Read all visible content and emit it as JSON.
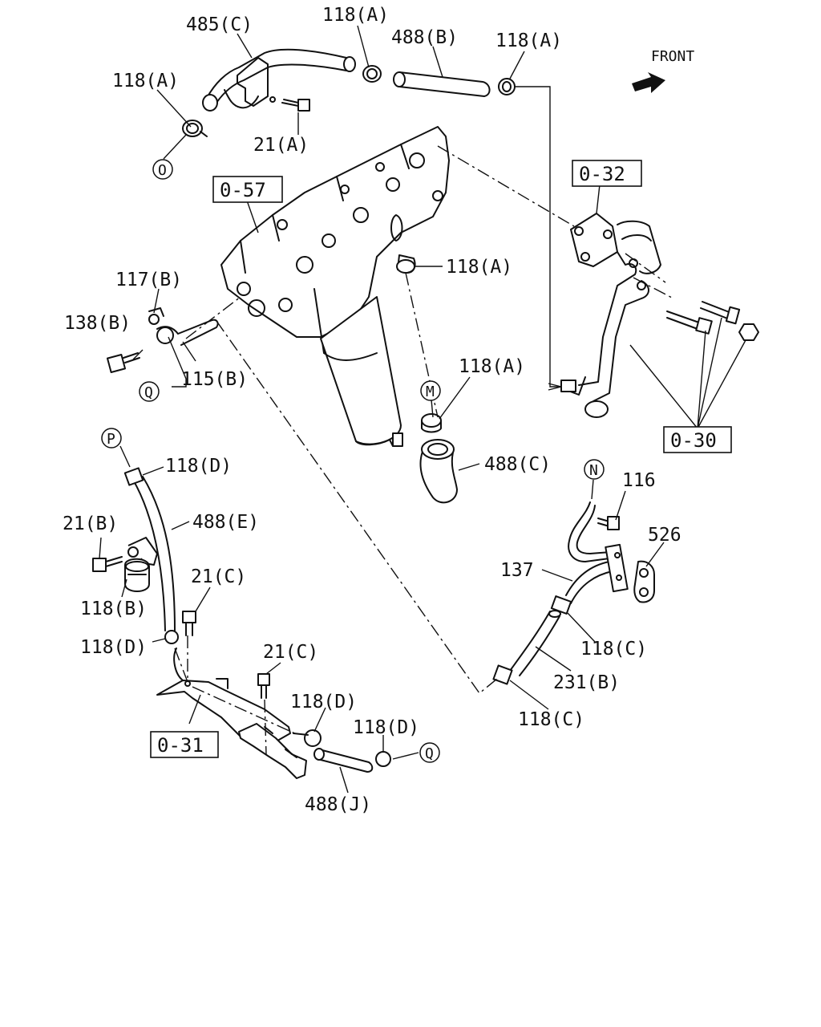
{
  "direction_label": "FRONT",
  "reference_boxes": [
    "0-57",
    "0-32",
    "0-30",
    "0-31"
  ],
  "connectors": [
    "O",
    "Q",
    "M",
    "P",
    "N"
  ],
  "labels": {
    "l485C": "485(C)",
    "l118A_1": "118(A)",
    "l488B": "488(B)",
    "l118A_2": "118(A)",
    "l118A_3": "118(A)",
    "l21A": "21(A)",
    "l118A_4": "118(A)",
    "l117B": "117(B)",
    "l138B": "138(B)",
    "l115B": "115(B)",
    "l118A_5": "118(A)",
    "l488C": "488(C)",
    "l118D_1": "118(D)",
    "l488E": "488(E)",
    "l21B": "21(B)",
    "l118B": "118(B)",
    "l21C_1": "21(C)",
    "l118D_2": "118(D)",
    "l21C_2": "21(C)",
    "l118D_3": "118(D)",
    "l118D_4": "118(D)",
    "l488J": "488(J)",
    "l116": "116",
    "l526": "526",
    "l137": "137",
    "l118C_1": "118(C)",
    "l231B": "231(B)",
    "l118C_2": "118(C)"
  }
}
